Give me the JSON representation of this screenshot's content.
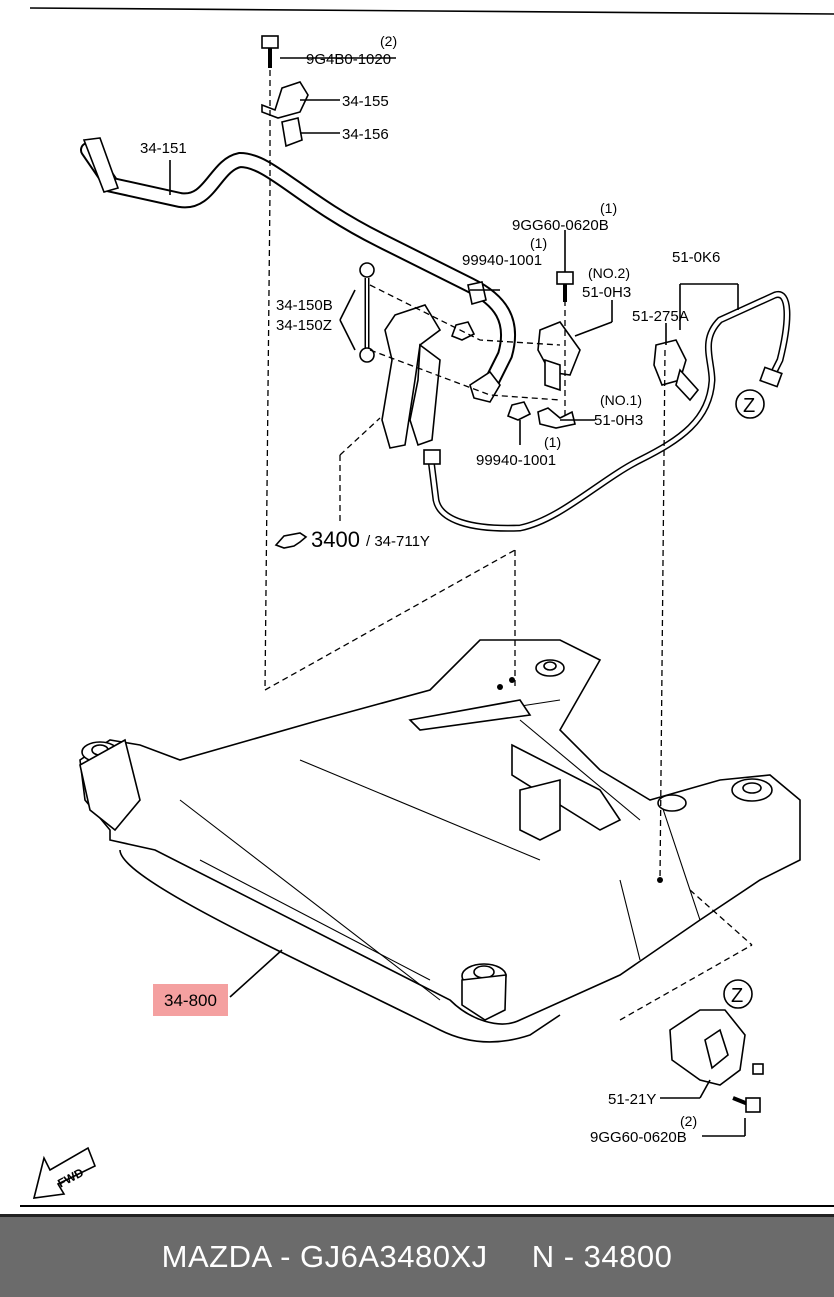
{
  "diagram": {
    "highlight_color": "#f4a0a0",
    "labels": {
      "p1_qty": "(2)",
      "p1": "9G4B0-1020",
      "p2": "34-155",
      "p3": "34-156",
      "p4": "34-151",
      "p5_qty": "(1)",
      "p5": "9GG60-0620B",
      "p6_qty": "(1)",
      "p6": "99940-1001",
      "p7_qty": "(NO.2)",
      "p7": "51-0H3",
      "p8": "51-0K6",
      "p9a": "34-150B",
      "p9b": "34-150Z",
      "p10": "51-275A",
      "p11_qty": "(NO.1)",
      "p11": "51-0H3",
      "p12_qty": "(1)",
      "p12": "99940-1001",
      "p13_main": "3400",
      "p13_sub": "/ 34-711Y",
      "p14": "34-800",
      "p15": "51-21Y",
      "p16_qty": "(2)",
      "p16": "9GG60-0620B",
      "zoom_tag_1": "Z",
      "zoom_tag_2": "Z",
      "fwd": "FWD"
    }
  },
  "footer": {
    "part_info": "MAZDA - GJ6A3480XJ",
    "ref_code": "N - 34800"
  }
}
